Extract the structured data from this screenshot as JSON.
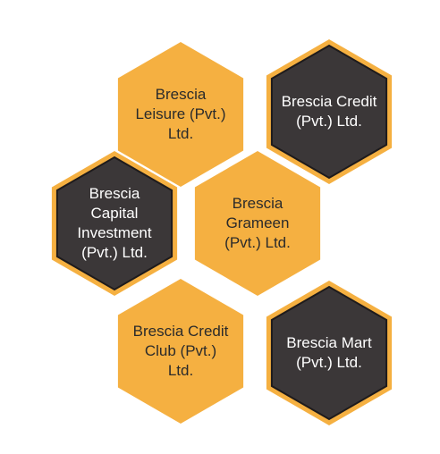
{
  "colors": {
    "gold": "#F5B041",
    "gold_stroke": "#F5B041",
    "dark": "#3B3738",
    "dark_border": "#F5B041",
    "dark_inner_line": "#1E1B1C",
    "text_dark": "#2B2B2B",
    "text_light": "#FFFFFF"
  },
  "hexagons": [
    {
      "id": "leisure",
      "style": "gold",
      "label": "Brescia\nLeisure (Pvt.)\nLtd."
    },
    {
      "id": "credit",
      "style": "dark",
      "label": "Brescia Credit\n(Pvt.) Ltd."
    },
    {
      "id": "capital",
      "style": "dark",
      "label": "Brescia\nCapital\nInvestment\n(Pvt.) Ltd."
    },
    {
      "id": "grameen",
      "style": "gold",
      "label": "Brescia\nGrameen\n(Pvt.) Ltd."
    },
    {
      "id": "club",
      "style": "gold",
      "label": "Brescia Credit\nClub (Pvt.)\nLtd."
    },
    {
      "id": "mart",
      "style": "dark",
      "label": "Brescia Mart\n(Pvt.) Ltd."
    }
  ]
}
